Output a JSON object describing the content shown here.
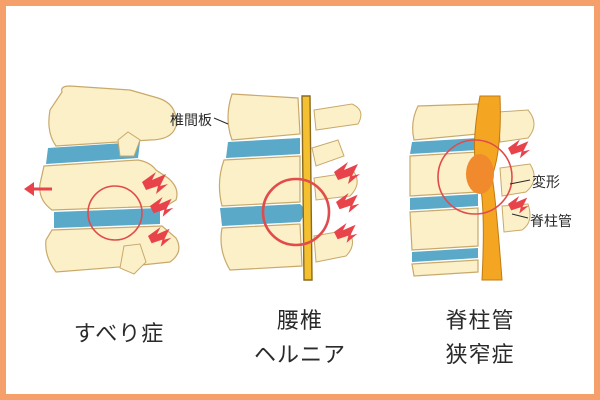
{
  "panels": {
    "left": {
      "caption": "すべり症"
    },
    "middle": {
      "caption_line1": "腰椎",
      "caption_line2": "ヘルニア",
      "annotation": "椎間板"
    },
    "right": {
      "caption_line1": "脊柱管",
      "caption_line2": "狭窄症",
      "annotation_1": "変形",
      "annotation_2": "脊柱管"
    }
  },
  "colors": {
    "frame": "#f5a06a",
    "bone": "#fbf0c8",
    "bone_outline": "#c9a96b",
    "disc": "#5aa9c8",
    "spinal_canal": "#f4a623",
    "highlight": "#e14b4b",
    "pain_arrow": "#e8434b"
  }
}
